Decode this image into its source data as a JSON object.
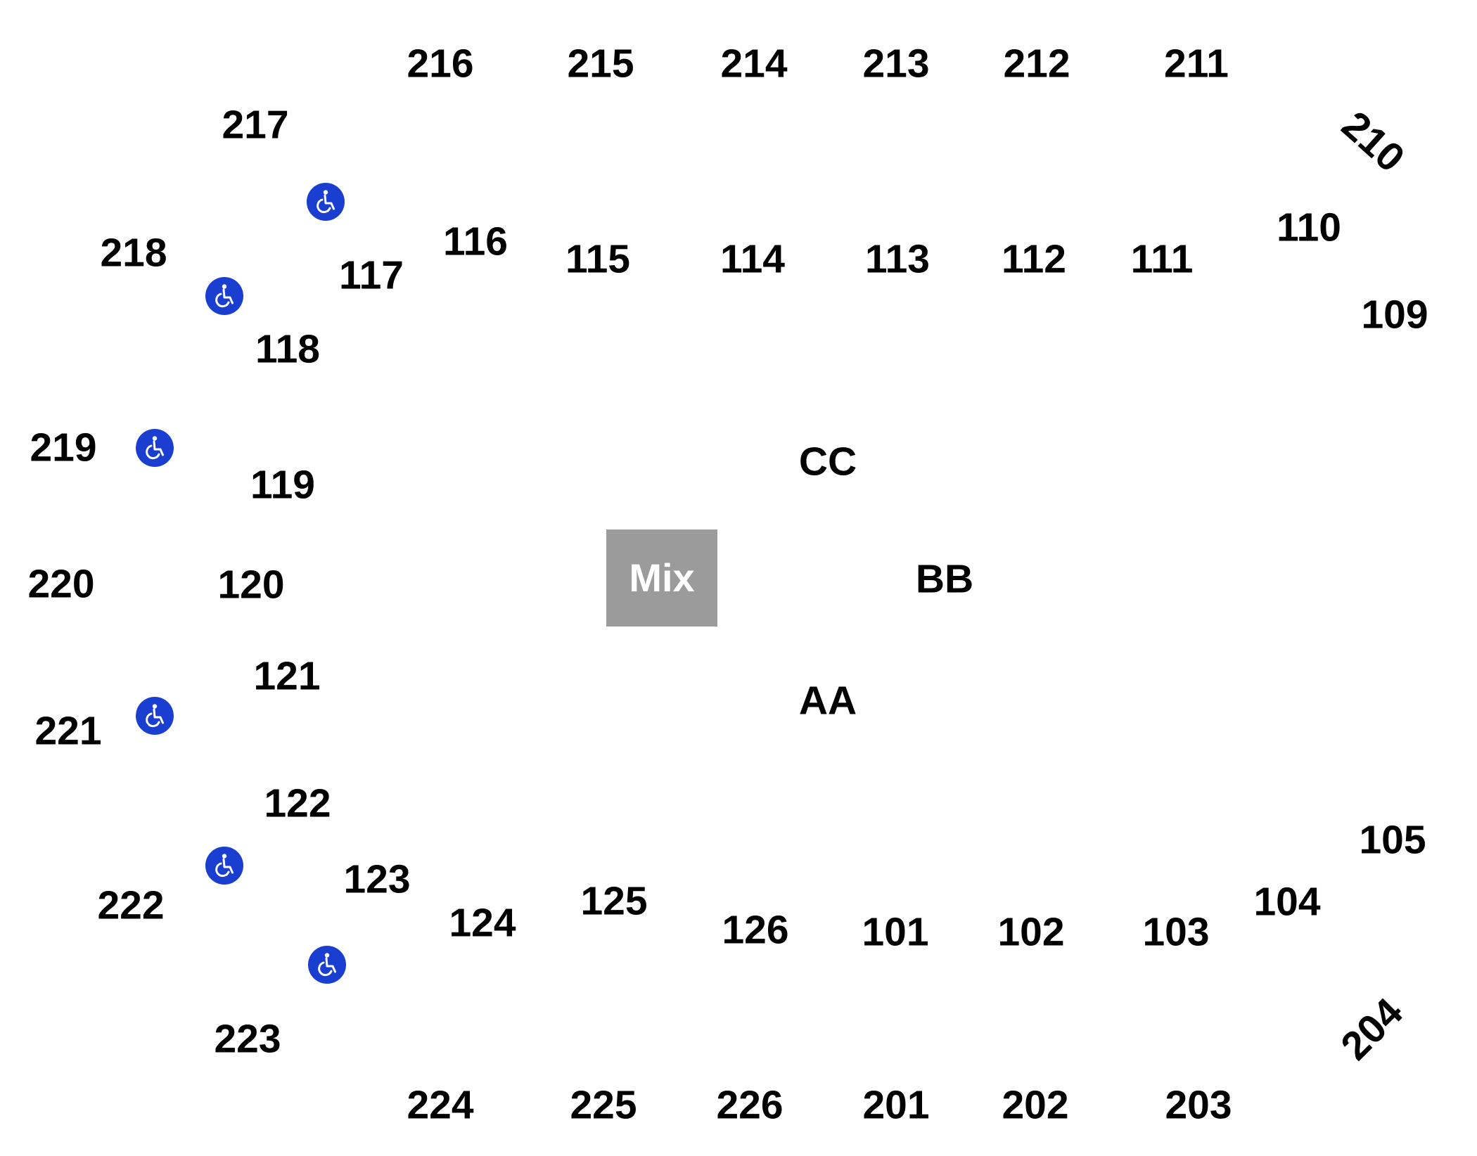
{
  "colors": {
    "text": "#000000",
    "mix_box": "#9b9b9b",
    "mix_text": "#ffffff",
    "accessible_icon": "#1a3ecf"
  },
  "mix_label": "Mix",
  "floor": {
    "cc": "CC",
    "bb": "BB",
    "aa": "AA"
  },
  "sections_upper": {
    "s216": "216",
    "s215": "215",
    "s214": "214",
    "s213": "213",
    "s212": "212",
    "s211": "211",
    "s210": "210",
    "s217": "217",
    "s218": "218",
    "s219": "219",
    "s220": "220",
    "s221": "221",
    "s222": "222",
    "s223": "223",
    "s224": "224",
    "s225": "225",
    "s226": "226",
    "s201": "201",
    "s202": "202",
    "s203": "203",
    "s204": "204"
  },
  "sections_lower": {
    "s116": "116",
    "s115": "115",
    "s114": "114",
    "s113": "113",
    "s112": "112",
    "s111": "111",
    "s110": "110",
    "s109": "109",
    "s117": "117",
    "s118": "118",
    "s119": "119",
    "s120": "120",
    "s121": "121",
    "s122": "122",
    "s123": "123",
    "s124": "124",
    "s125": "125",
    "s126": "126",
    "s101": "101",
    "s102": "102",
    "s103": "103",
    "s104": "104",
    "s105": "105"
  },
  "accessible_icon_name": "wheelchair-accessible-icon"
}
